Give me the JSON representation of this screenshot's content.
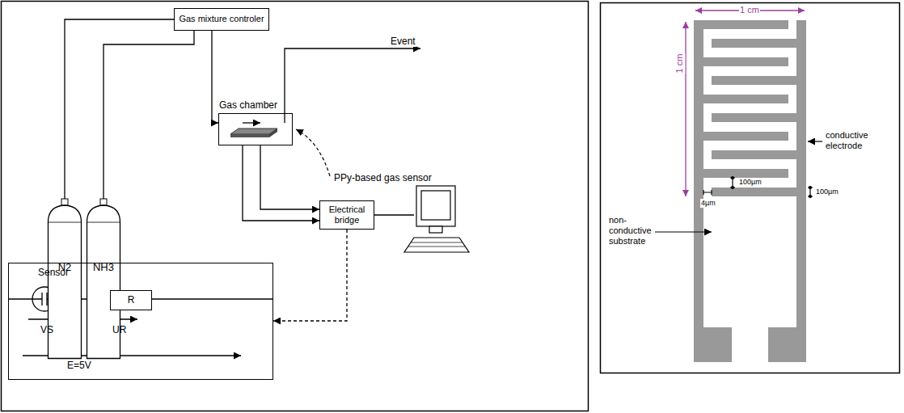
{
  "diagram": {
    "nodes": [
      {
        "text": [
          "Gas mixture controler"
        ]
      },
      {
        "text": [
          "N2"
        ]
      },
      {
        "text": [
          "NH3"
        ]
      },
      {
        "text": [
          "Gas chamber"
        ]
      },
      {
        "text": [
          "Electrical bridge"
        ]
      },
      {
        "text": [
          "Sensor",
          "VS",
          "UR",
          "E=5V"
        ]
      },
      {
        "text": [
          "R"
        ],
        "in": 5
      }
    ],
    "edges": [
      {
        "from": 1,
        "to": 0,
        "arrow": "none"
      },
      {
        "from": 2,
        "to": 0,
        "arrow": "none"
      },
      {
        "from": 0,
        "to": 3,
        "arrow": "to"
      },
      {
        "from": 3,
        "to": 4,
        "arrow": "to"
      },
      {
        "from": 3,
        "to": 4,
        "arrow": "to"
      },
      {
        "from": 4,
        "to": 5,
        "arrow": "to"
      }
    ],
    "labels": [
      "Event",
      "PPy-based gas sensor",
      "1 cm",
      "1 cm",
      "100µm",
      "100µm",
      "4µm",
      "conductive electrode",
      "non-conductive substrate"
    ]
  }
}
